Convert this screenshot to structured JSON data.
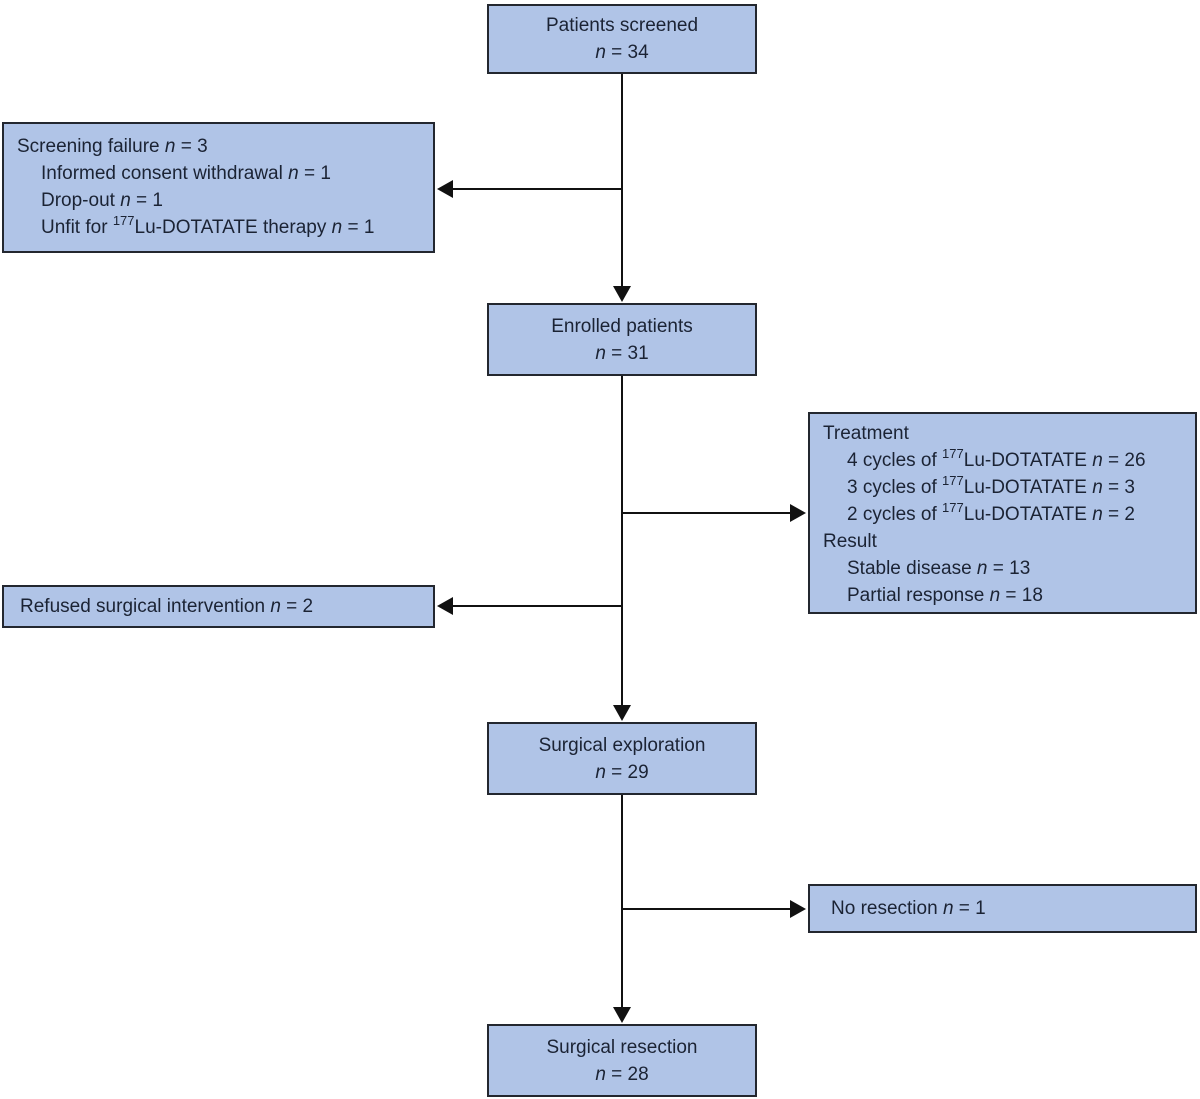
{
  "colors": {
    "box_fill": "#b0c4e7",
    "box_border": "#23272f",
    "text": "#1b2334",
    "connector": "#111111"
  },
  "nodes": {
    "patients_screened": {
      "lines": [
        {
          "seg": [
            {
              "t": "Patients screened"
            }
          ]
        },
        {
          "seg": [
            {
              "t": "n",
              "s": "i"
            },
            {
              "t": " = 34"
            }
          ]
        }
      ]
    },
    "screening_failure": {
      "lines": [
        {
          "seg": [
            {
              "t": "Screening failure "
            },
            {
              "t": "n",
              "s": "i"
            },
            {
              "t": " = 3"
            }
          ]
        },
        {
          "indent": true,
          "seg": [
            {
              "t": "Informed consent withdrawal "
            },
            {
              "t": "n",
              "s": "i"
            },
            {
              "t": " = 1"
            }
          ]
        },
        {
          "indent": true,
          "seg": [
            {
              "t": "Drop-out "
            },
            {
              "t": "n",
              "s": "i"
            },
            {
              "t": " = 1"
            }
          ]
        },
        {
          "indent": true,
          "seg": [
            {
              "t": "Unfit for "
            },
            {
              "t": "177",
              "s": "sup"
            },
            {
              "t": "Lu-DOTATATE therapy "
            },
            {
              "t": "n",
              "s": "i"
            },
            {
              "t": " = 1"
            }
          ]
        }
      ]
    },
    "enrolled_patients": {
      "lines": [
        {
          "seg": [
            {
              "t": "Enrolled patients"
            }
          ]
        },
        {
          "seg": [
            {
              "t": "n",
              "s": "i"
            },
            {
              "t": " = 31"
            }
          ]
        }
      ]
    },
    "treatment": {
      "lines": [
        {
          "seg": [
            {
              "t": "Treatment"
            }
          ]
        },
        {
          "indent": true,
          "seg": [
            {
              "t": "4 cycles of "
            },
            {
              "t": "177",
              "s": "sup"
            },
            {
              "t": "Lu-DOTATATE "
            },
            {
              "t": "n",
              "s": "i"
            },
            {
              "t": " = 26"
            }
          ]
        },
        {
          "indent": true,
          "seg": [
            {
              "t": "3 cycles of "
            },
            {
              "t": "177",
              "s": "sup"
            },
            {
              "t": "Lu-DOTATATE "
            },
            {
              "t": "n",
              "s": "i"
            },
            {
              "t": " = 3"
            }
          ]
        },
        {
          "indent": true,
          "seg": [
            {
              "t": "2 cycles of "
            },
            {
              "t": "177",
              "s": "sup"
            },
            {
              "t": "Lu-DOTATATE "
            },
            {
              "t": "n",
              "s": "i"
            },
            {
              "t": " = 2"
            }
          ]
        },
        {
          "seg": [
            {
              "t": "Result"
            }
          ]
        },
        {
          "indent": true,
          "seg": [
            {
              "t": "Stable disease "
            },
            {
              "t": "n",
              "s": "i"
            },
            {
              "t": " = 13"
            }
          ]
        },
        {
          "indent": true,
          "seg": [
            {
              "t": "Partial response "
            },
            {
              "t": "n",
              "s": "i"
            },
            {
              "t": " = 18"
            }
          ]
        }
      ]
    },
    "refused_surgical": {
      "lines": [
        {
          "seg": [
            {
              "t": "Refused surgical intervention "
            },
            {
              "t": "n",
              "s": "i"
            },
            {
              "t": " = 2"
            }
          ]
        }
      ]
    },
    "surgical_exploration": {
      "lines": [
        {
          "seg": [
            {
              "t": "Surgical exploration"
            }
          ]
        },
        {
          "seg": [
            {
              "t": "n",
              "s": "i"
            },
            {
              "t": " = 29"
            }
          ]
        }
      ]
    },
    "no_resection": {
      "lines": [
        {
          "seg": [
            {
              "t": "No resection "
            },
            {
              "t": "n",
              "s": "i"
            },
            {
              "t": " = 1"
            }
          ]
        }
      ]
    },
    "surgical_resection": {
      "lines": [
        {
          "seg": [
            {
              "t": "Surgical resection"
            }
          ]
        },
        {
          "seg": [
            {
              "t": "n",
              "s": "i"
            },
            {
              "t": " = 28"
            }
          ]
        }
      ]
    }
  }
}
